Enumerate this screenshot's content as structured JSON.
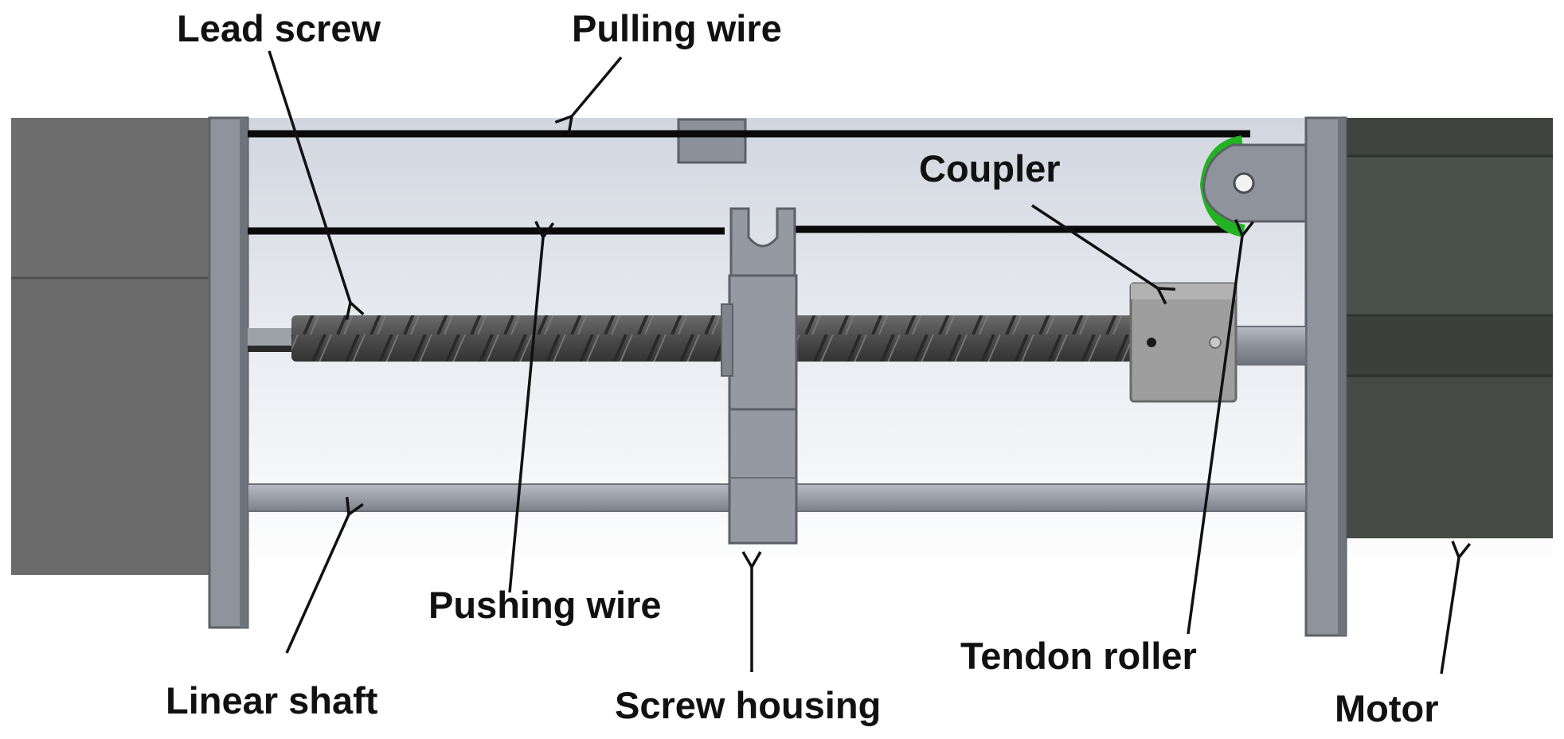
{
  "labels": {
    "lead_screw": "Lead screw",
    "pulling_wire": "Pulling wire",
    "coupler": "Coupler",
    "pushing_wire": "Pushing wire",
    "linear_shaft": "Linear shaft",
    "screw_housing": "Screw housing",
    "tendon_roller": "Tendon roller",
    "motor": "Motor"
  },
  "colors": {
    "background_top": "#cfd3dc",
    "background_bottom": "#ffffff",
    "motor_body": "#464b46",
    "left_block": "#6a6a6a",
    "frame_plate": "#8e929b",
    "lead_screw": "#4d4d4d",
    "housing": "#9599a1",
    "coupler": "#9c9c9c",
    "wire": "#0a0a0a",
    "roller_green": "#22b322",
    "label_text": "#111111"
  }
}
